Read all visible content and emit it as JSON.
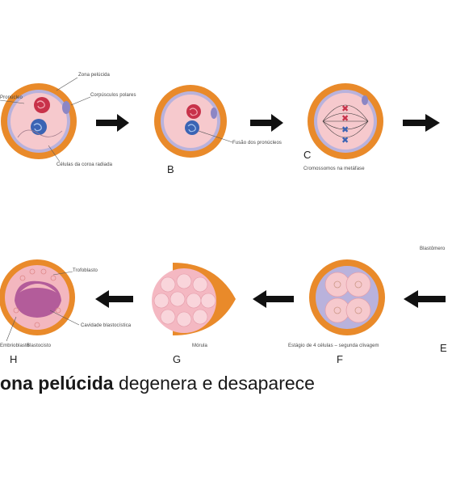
{
  "stages": [
    {
      "id": "A",
      "letter": "",
      "labels": [
        "Zona pelúcida",
        "Corpúsculos polares",
        "Pronúcleo",
        "Células da coroa radiada"
      ]
    },
    {
      "id": "B",
      "letter": "B",
      "labels": [
        "Fusão dos pronúcleos"
      ]
    },
    {
      "id": "C",
      "letter": "C",
      "labels": [
        "Cromossomos na metáfase"
      ]
    },
    {
      "id": "D",
      "letter": "",
      "labels": [
        "Blastômero"
      ]
    },
    {
      "id": "E",
      "letter": "E",
      "labels": []
    },
    {
      "id": "F",
      "letter": "F",
      "labels": [
        "Estágio de 4 células – segunda clivagem"
      ]
    },
    {
      "id": "G",
      "letter": "G",
      "labels": [
        "Mórula"
      ]
    },
    {
      "id": "H",
      "letter": "H",
      "labels": [
        "Trofoblasto",
        "Cavidade blastocística",
        "Embrioblasto",
        "Blastocisto"
      ]
    }
  ],
  "caption": {
    "bold": "ona pelúcida",
    "rest": " degenera e desaparece"
  },
  "colors": {
    "zona": "#e98a2a",
    "zona_dark": "#d47418",
    "inner_ring": "#b9b2dc",
    "cytoplasm": "#f6c9cd",
    "pronucleus_red": "#c8324a",
    "pronucleus_blue": "#3b64b4",
    "arrow": "#111111"
  }
}
